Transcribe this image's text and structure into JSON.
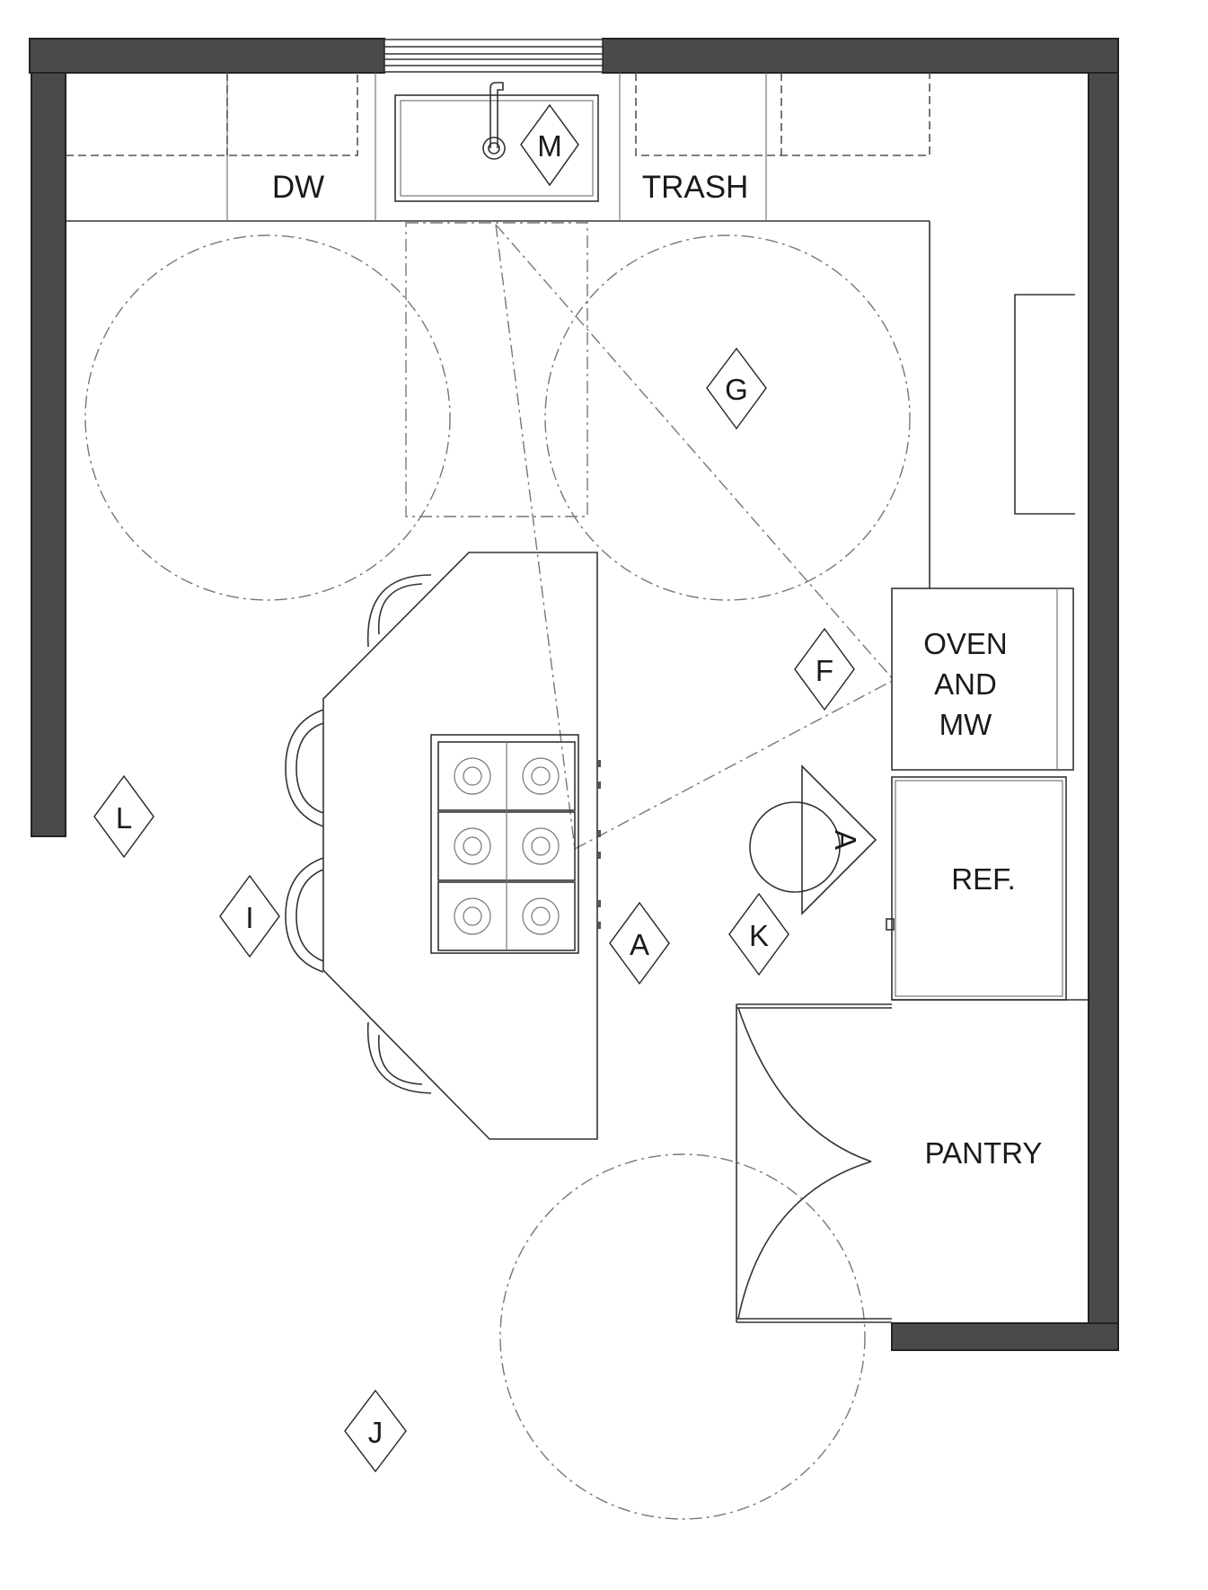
{
  "labels": {
    "dw": "DW",
    "trash": "TRASH",
    "oven_line1": "OVEN",
    "oven_line2": "AND",
    "oven_line3": "MW",
    "ref": "REF.",
    "pantry": "PANTRY"
  },
  "tags": {
    "m": "M",
    "g": "G",
    "f": "F",
    "a_fridge": "A",
    "l": "L",
    "i": "I",
    "a_island": "A",
    "k": "K",
    "j": "J"
  },
  "colors": {
    "wall": "#4a4a4a",
    "line": "#333333"
  }
}
